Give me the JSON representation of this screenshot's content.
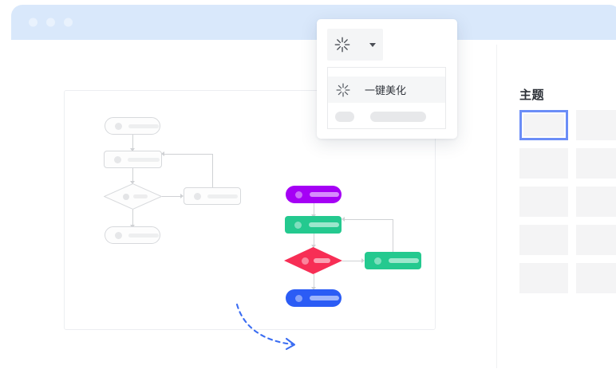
{
  "window": {
    "titlebar": {
      "color": "#d9e8fb",
      "dots": [
        "window-dot-1",
        "window-dot-2",
        "window-dot-3"
      ]
    }
  },
  "toolbar": {
    "ai_button": {
      "icon": "sparkle-icon",
      "caret": "chevron-down-icon"
    }
  },
  "dropdown": {
    "items": [
      {
        "icon": "sparkle-icon",
        "label": "一键美化",
        "highlighted": true
      }
    ],
    "skeleton_rows": 1
  },
  "sidebar": {
    "title": "主题",
    "themes": [
      {
        "name": "theme-1",
        "selected": true
      },
      {
        "name": "theme-2",
        "selected": false
      },
      {
        "name": "theme-3",
        "selected": false
      },
      {
        "name": "theme-4",
        "selected": false
      },
      {
        "name": "theme-5",
        "selected": false
      },
      {
        "name": "theme-6",
        "selected": false
      },
      {
        "name": "theme-7",
        "selected": false
      },
      {
        "name": "theme-8",
        "selected": false
      },
      {
        "name": "theme-9",
        "selected": false
      },
      {
        "name": "theme-10",
        "selected": false
      }
    ],
    "accent": "#6b8df7"
  },
  "canvas": {
    "plain_flow": {
      "nodes": [
        {
          "name": "start-node",
          "shape": "rounded"
        },
        {
          "name": "process-node",
          "shape": "rectangle"
        },
        {
          "name": "decision-node",
          "shape": "diamond"
        },
        {
          "name": "end-node",
          "shape": "rounded"
        },
        {
          "name": "branch-node",
          "shape": "rectangle"
        }
      ]
    },
    "styled_flow": {
      "nodes": [
        {
          "name": "start-node",
          "shape": "rounded",
          "color": "#a500f5"
        },
        {
          "name": "process-node",
          "shape": "rectangle",
          "color": "#24c98f"
        },
        {
          "name": "decision-node",
          "shape": "diamond",
          "color": "#f72e55"
        },
        {
          "name": "end-node",
          "shape": "rounded",
          "color": "#2b5cf5"
        },
        {
          "name": "branch-node",
          "shape": "rectangle",
          "color": "#24c98f"
        }
      ]
    },
    "transform_arrow": {
      "name": "dashed-arrow",
      "color": "#3b6df2",
      "style": "dashed-curve"
    }
  }
}
